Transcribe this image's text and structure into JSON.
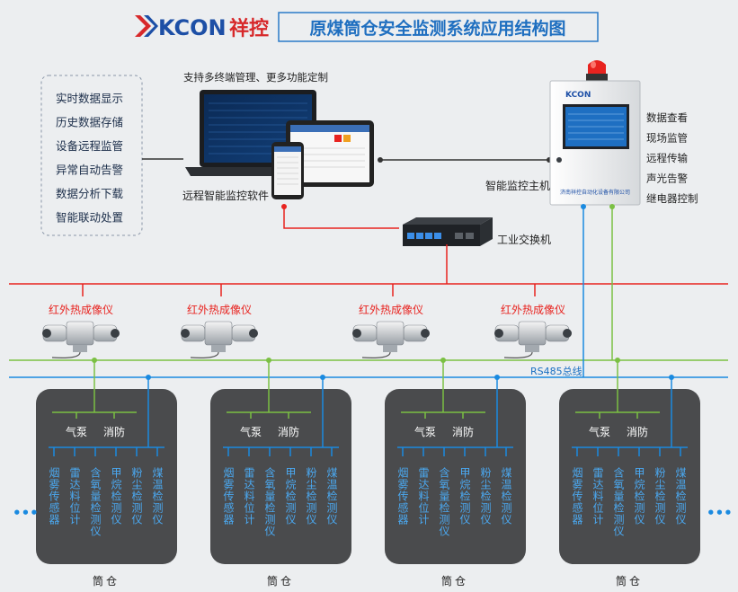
{
  "logo": {
    "brand": "KCON",
    "brand_cn": "祥控"
  },
  "title": "原煤筒仓安全监测系统应用结构图",
  "software": {
    "features": [
      "实时数据显示",
      "历史数据存储",
      "设备远程监管",
      "异常自动告警",
      "数据分析下载",
      "智能联动处置"
    ],
    "caption": "支持多终端管理、更多功能定制",
    "label": "远程智能监控软件"
  },
  "host": {
    "label": "智能监控主机",
    "cabinet_brand": "KCON",
    "cabinet_footer": "济南祥控自动化设备有限公司",
    "functions": [
      "数据查看",
      "现场监管",
      "远程传输",
      "声光告警",
      "继电器控制"
    ]
  },
  "switch": {
    "label": "工业交换机"
  },
  "cameras": {
    "label": "红外热成像仪",
    "count": 4
  },
  "bus": {
    "label": "RS485总线"
  },
  "silo": {
    "label": "筒仓",
    "count": 4,
    "top_devices": [
      "气泵",
      "消防"
    ],
    "sensors": [
      "烟雾传感器",
      "雷达料位计",
      "含氧量检测仪",
      "甲烷检测仪",
      "粉尘检测仪",
      "煤温检测仪"
    ]
  },
  "more": "•••",
  "colors": {
    "red": "#e8231f",
    "green": "#7bc043",
    "blue": "#1a8ae0",
    "silo_bg": "#4a4b4d",
    "title": "#1f6fc0",
    "logo_red": "#d7282a",
    "logo_blue": "#1d4fa6"
  }
}
